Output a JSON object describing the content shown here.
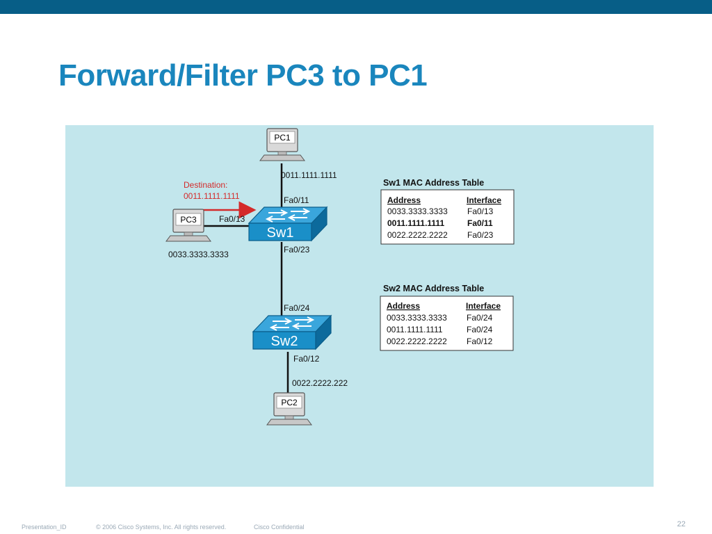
{
  "slide": {
    "title": "Forward/Filter PC3 to PC1",
    "page_number": "22"
  },
  "footer": {
    "presentation_id": "Presentation_ID",
    "copyright": "© 2006 Cisco Systems, Inc. All rights reserved.",
    "confidential": "Cisco Confidential"
  },
  "colors": {
    "top_bar": "#075e87",
    "title": "#1a86bd",
    "panel": "#c2e6ec",
    "switch": "#1a8fc8",
    "destination_text": "#d42a2a",
    "arrow": "#d42a2a"
  },
  "diagram": {
    "pc1": {
      "label": "PC1",
      "mac": "0011.1111.1111"
    },
    "pc2": {
      "label": "PC2",
      "mac": "0022.2222.222"
    },
    "pc3": {
      "label": "PC3",
      "mac": "0033.3333.3333"
    },
    "sw1": {
      "label": "Sw1",
      "ports": {
        "to_pc1": "Fa0/11",
        "to_pc3": "Fa0/13",
        "to_sw2": "Fa0/23"
      }
    },
    "sw2": {
      "label": "Sw2",
      "ports": {
        "to_sw1": "Fa0/24",
        "to_pc2": "Fa0/12"
      }
    },
    "destination": {
      "label": "Destination:",
      "mac": "0011.1111.1111"
    },
    "sw1_table": {
      "title": "Sw1 MAC Address Table",
      "headers": [
        "Address",
        "Interface"
      ],
      "rows": [
        {
          "address": "0033.3333.3333",
          "interface": "Fa0/13",
          "highlight": false
        },
        {
          "address": "0011.1111.1111",
          "interface": "Fa0/11",
          "highlight": true
        },
        {
          "address": "0022.2222.2222",
          "interface": "Fa0/23",
          "highlight": false
        }
      ]
    },
    "sw2_table": {
      "title": "Sw2 MAC Address Table",
      "headers": [
        "Address",
        "Interface"
      ],
      "rows": [
        {
          "address": "0033.3333.3333",
          "interface": "Fa0/24",
          "highlight": false
        },
        {
          "address": "0011.1111.1111",
          "interface": "Fa0/24",
          "highlight": false
        },
        {
          "address": "0022.2222.2222",
          "interface": "Fa0/12",
          "highlight": false
        }
      ]
    }
  }
}
